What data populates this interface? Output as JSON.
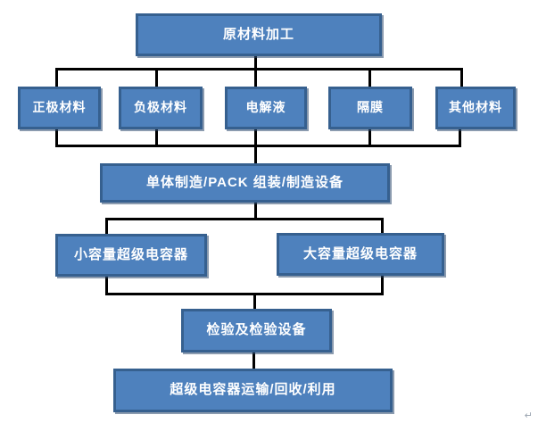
{
  "diagram": {
    "type": "flowchart",
    "language": "zh-CN",
    "topic": "supercapacitor industry chain",
    "colors": {
      "node_fill": "#4e81bd",
      "node_border": "#36608f",
      "node_text": "#ffffff",
      "connector": "#000000",
      "background": "#ffffff"
    },
    "nodes": {
      "raw_material_processing": {
        "label": "原材料加工"
      },
      "cathode_material": {
        "label": "正极材料"
      },
      "anode_material": {
        "label": "负极材料"
      },
      "electrolyte": {
        "label": "电解液"
      },
      "separator": {
        "label": "隔膜"
      },
      "other_materials": {
        "label": "其他材料"
      },
      "cell_pack_assembly": {
        "label": "单体制造/PACK 组装/制造设备"
      },
      "small_capacity_supercapacitor": {
        "label": "小容量超级电容器"
      },
      "large_capacity_supercapacitor": {
        "label": "大容量超级电容器"
      },
      "inspection": {
        "label": "检验及检验设备"
      },
      "transport_recycle_use": {
        "label": "超级电容器运输/回收/利用"
      }
    },
    "edges": [
      {
        "from": "raw_material_processing",
        "to": "cathode_material"
      },
      {
        "from": "raw_material_processing",
        "to": "anode_material"
      },
      {
        "from": "raw_material_processing",
        "to": "electrolyte"
      },
      {
        "from": "raw_material_processing",
        "to": "separator"
      },
      {
        "from": "raw_material_processing",
        "to": "other_materials"
      },
      {
        "from": "cathode_material",
        "to": "cell_pack_assembly"
      },
      {
        "from": "anode_material",
        "to": "cell_pack_assembly"
      },
      {
        "from": "electrolyte",
        "to": "cell_pack_assembly"
      },
      {
        "from": "separator",
        "to": "cell_pack_assembly"
      },
      {
        "from": "other_materials",
        "to": "cell_pack_assembly"
      },
      {
        "from": "cell_pack_assembly",
        "to": "small_capacity_supercapacitor"
      },
      {
        "from": "cell_pack_assembly",
        "to": "large_capacity_supercapacitor"
      },
      {
        "from": "small_capacity_supercapacitor",
        "to": "inspection"
      },
      {
        "from": "large_capacity_supercapacitor",
        "to": "inspection"
      },
      {
        "from": "inspection",
        "to": "transport_recycle_use"
      }
    ],
    "footer": {
      "paragraph_mark": "↵"
    }
  }
}
